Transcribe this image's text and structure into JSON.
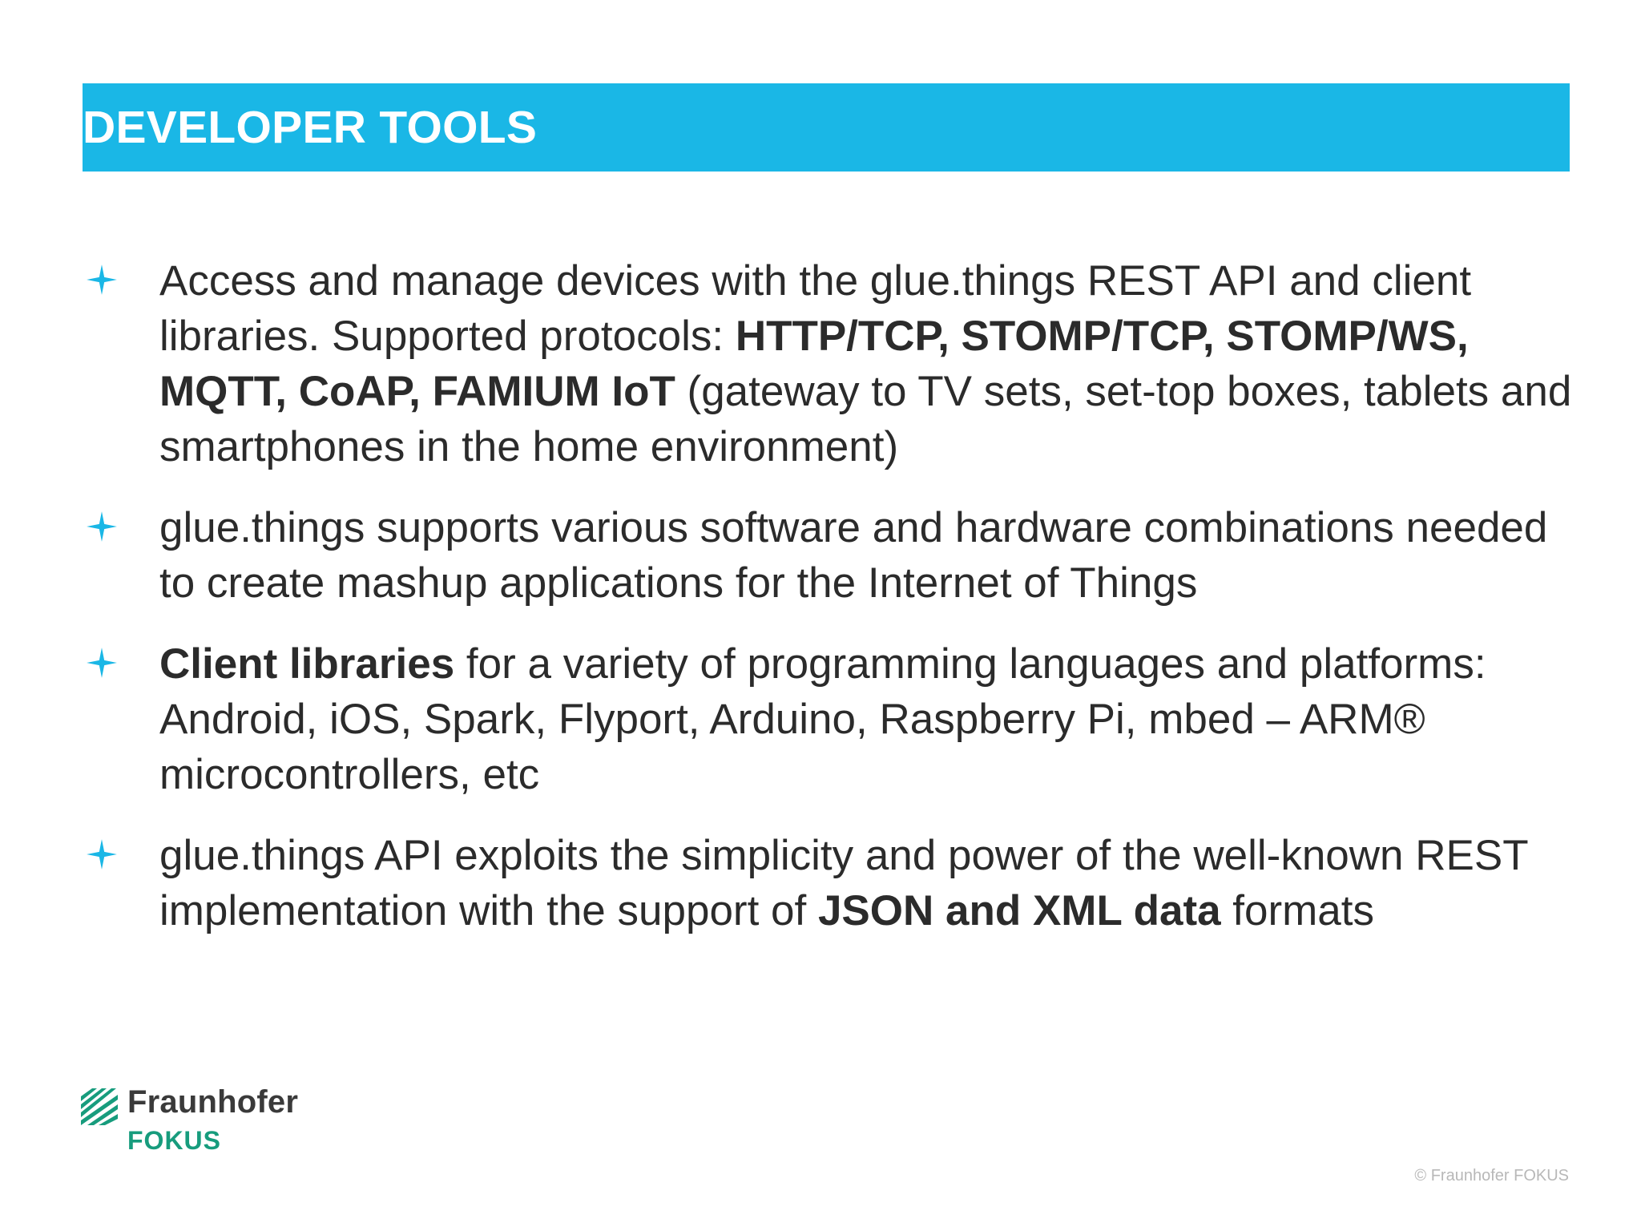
{
  "header": {
    "title": "DEVELOPER TOOLS"
  },
  "colors": {
    "header_background": "#1ab7e6",
    "bullet": "#1ab7e6",
    "body_text": "#2b2b2b",
    "logo_green": "#179c7d",
    "copyright_text": "#b8b8b8"
  },
  "bullets": [
    {
      "icon": "four-point-star-icon",
      "segments": [
        {
          "text": "Access and manage devices with the glue.things REST API and client libraries. Supported protocols: ",
          "bold": false
        },
        {
          "text": "HTTP/TCP, STOMP/TCP, STOMP/WS, MQTT, CoAP, FAMIUM IoT",
          "bold": true
        },
        {
          "text": " (gateway to TV sets, set-top boxes, tablets and smartphones in the home environment)",
          "bold": false
        }
      ]
    },
    {
      "icon": "four-point-star-icon",
      "segments": [
        {
          "text": "glue.things supports various software and hardware combinations needed to create mashup applications for the Internet of Things",
          "bold": false
        }
      ]
    },
    {
      "icon": "four-point-star-icon",
      "segments": [
        {
          "text": "Client libraries",
          "bold": true
        },
        {
          "text": " for a variety of programming languages and platforms: Android, iOS, Spark, Flyport, Arduino, Raspberry Pi, mbed – ARM® microcontrollers, etc",
          "bold": false
        }
      ]
    },
    {
      "icon": "four-point-star-icon",
      "segments": [
        {
          "text": "glue.things API exploits the simplicity and power of the well-known REST implementation with the support of ",
          "bold": false
        },
        {
          "text": "JSON and XML data",
          "bold": true
        },
        {
          "text": " formats",
          "bold": false
        }
      ]
    }
  ],
  "logo": {
    "name": "Fraunhofer",
    "sub": "FOKUS",
    "icon": "fraunhofer-stripes-logo-icon"
  },
  "footer": {
    "copyright": "© Fraunhofer FOKUS"
  }
}
